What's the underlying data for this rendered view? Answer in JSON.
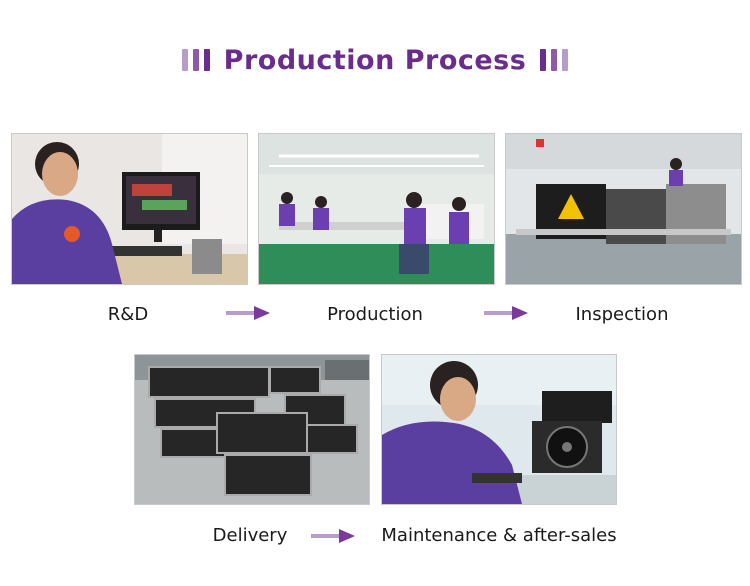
{
  "title": "Production Process",
  "colors": {
    "accent": "#6b2d8c",
    "bar_dark": "#6b2d8c",
    "bar_light": "#b89ccc",
    "arrow": "#7b3a9a"
  },
  "steps": [
    {
      "label": "R&D",
      "image": "engineer-at-computer-photo"
    },
    {
      "label": "Production",
      "image": "factory-workshop-photo"
    },
    {
      "label": "Inspection",
      "image": "equipment-testing-photo"
    },
    {
      "label": "Delivery",
      "image": "flight-cases-photo"
    },
    {
      "label": "Maintenance & after-sales",
      "image": "technician-repair-photo"
    }
  ],
  "arrows": [
    "arrow-right-icon",
    "arrow-right-icon",
    "arrow-right-icon"
  ]
}
